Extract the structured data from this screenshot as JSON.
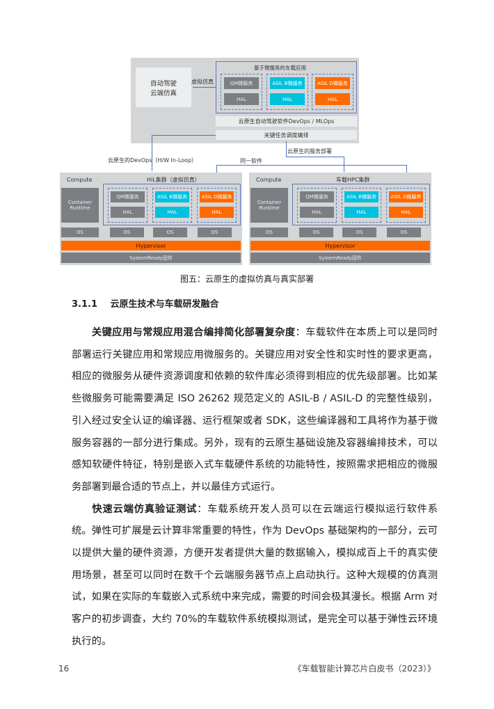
{
  "diagram": {
    "sim_box": "自动驾驶\n云端仿真",
    "virtual_sim": "虚拟仿真",
    "app_title": "基于微服务的车载应用",
    "qm": "QM微服务",
    "asil_b": "ASIL B微服务",
    "asil_d": "ASIL D微服务",
    "hal": "HAL",
    "devops_bar": "云原生自动驾驶软件DevOps / MLOps",
    "sched_bar": "关键任务调度编排",
    "left_arrow": "云原生的DevOps（H/W In-Loop）",
    "right_arrow": "云原生的服务部署",
    "same_sw": "同一软件",
    "compute": "Compute",
    "container": "Container\nRuntime",
    "os": "OS",
    "hypervisor": "Hypervisor",
    "firmware": "SystemReady固件",
    "hil_title": "HiL集群（虚拟仿真）",
    "hpc_title": "车载HPC集群",
    "colors": {
      "orange": "#ff6a00",
      "cyan": "#00c1de",
      "gray": "#7b7f83"
    }
  },
  "caption": "图五：云原生的虚拟仿真与真实部署",
  "section": {
    "number": "3.1.1",
    "title": "云原生技术与车载研发融合"
  },
  "paragraphs": [
    {
      "lead": "关键应用与常规应用混合编排简化部署复杂度",
      "body": "：车载软件在本质上可以是同时部署运行关键应用和常规应用微服务的。关键应用对安全性和实时性的要求更高，相应的微服务从硬件资源调度和依赖的软件库必须得到相应的优先级部署。比如某些微服务可能需要满足 ISO 26262 规范定义的 ASIL-B / ASIL-D 的完整性级别，引入经过安全认证的编译器、运行框架或者 SDK，这些编译器和工具将作为基于微服务容器的一部分进行集成。另外，现有的云原生基础设施及容器编排技术，可以感知软硬件特征，特别是嵌入式车载硬件系统的功能特性，按照需求把相应的微服务部署到最合适的节点上，并以最佳方式运行。"
    },
    {
      "lead": "快速云端仿真验证测试",
      "body": "：车载系统开发人员可以在云端运行模拟运行软件系统。弹性可扩展是云计算非常重要的特性，作为 DevOps 基础架构的一部分，云可以提供大量的硬件资源，方便开发者提供大量的数据输入，模拟成百上千的真实使用场景，甚至可以同时在数千个云端服务器节点上启动执行。这种大规模的仿真测试，如果在实际的车载嵌入式系统中来完成，需要的时间会极其漫长。根据 Arm 对客户的初步调查，大约 70%的车载软件系统模拟测试，是完全可以基于弹性云环境执行的。"
    }
  ],
  "footer": {
    "page": "16",
    "book": "《车载智能计算芯片白皮书（2023）》"
  }
}
